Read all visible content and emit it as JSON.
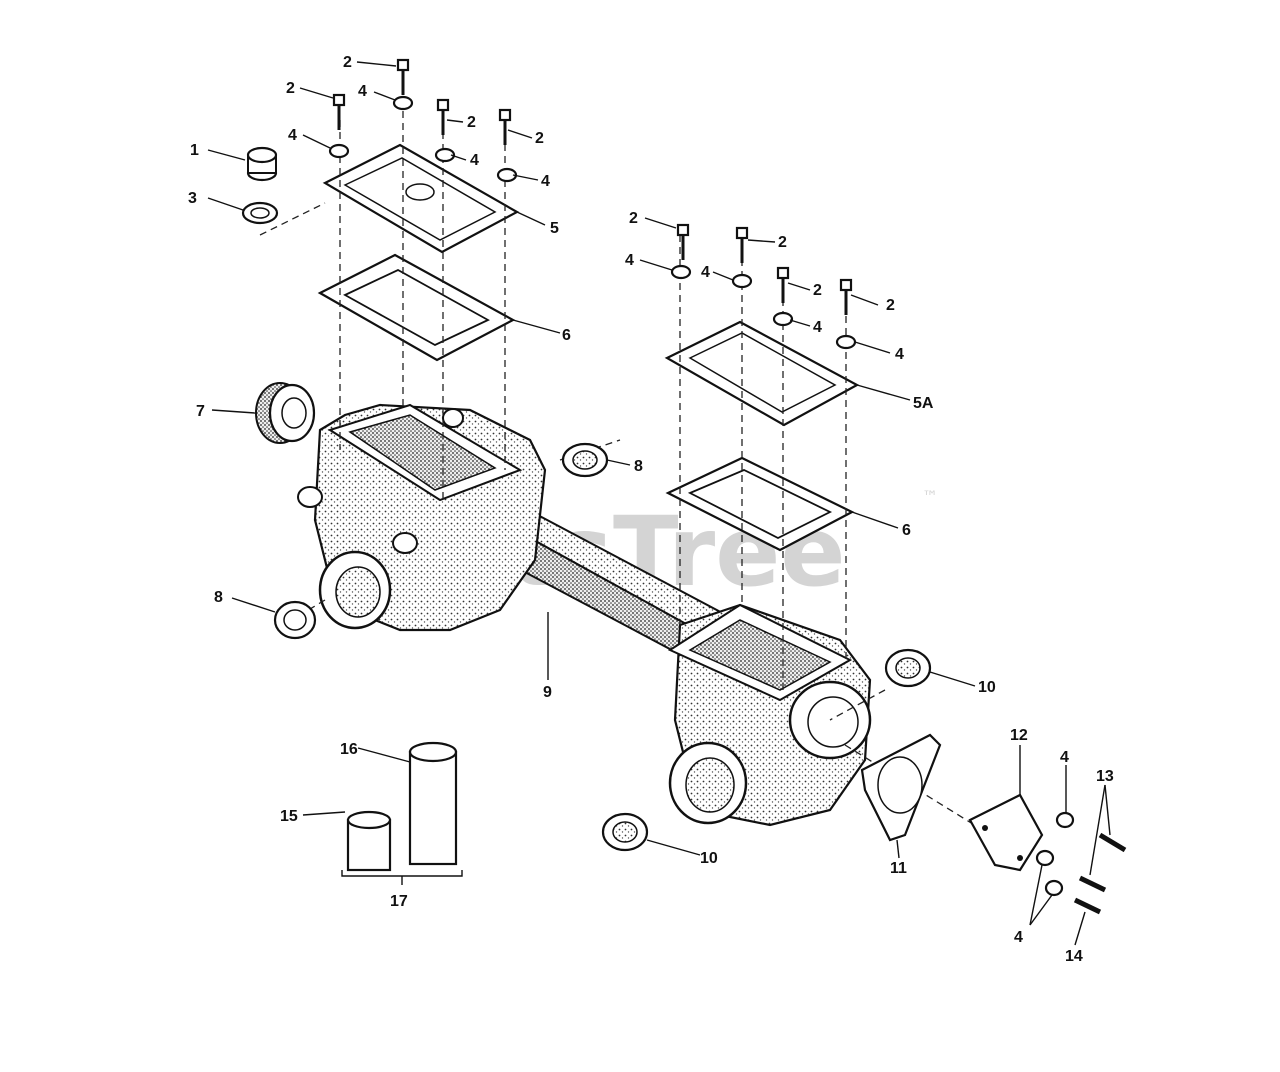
{
  "watermark": {
    "text": "PartsTree",
    "trademark": "™"
  },
  "callouts": [
    "1",
    "2",
    "3",
    "4",
    "5",
    "5A",
    "6",
    "7",
    "8",
    "9",
    "10",
    "11",
    "12",
    "13",
    "14",
    "15",
    "16",
    "17"
  ]
}
